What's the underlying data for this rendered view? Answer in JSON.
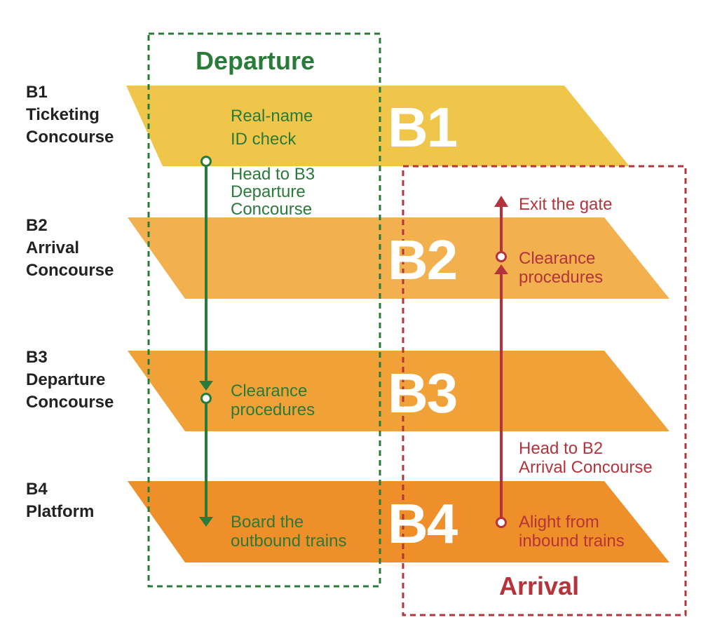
{
  "colors": {
    "departure": "#2a7a3a",
    "arrival": "#b5333b",
    "b1": "#f0c64a",
    "b2": "#f2b04e",
    "b3": "#f0a238",
    "b4": "#ee8f2a",
    "text": "#222222"
  },
  "departure": {
    "title": "Departure",
    "steps": {
      "id_check": [
        "Real-name",
        "ID check"
      ],
      "head_to_b3": [
        "Head to B3",
        "Departure",
        "Concourse"
      ],
      "clearance": [
        "Clearance",
        "procedures"
      ],
      "board": [
        "Board the",
        "outbound trains"
      ]
    }
  },
  "arrival": {
    "title": "Arrival",
    "steps": {
      "exit": [
        "Exit the gate"
      ],
      "clearance": [
        "Clearance",
        "procedures"
      ],
      "head_to_b2": [
        "Head to B2",
        "Arrival Concourse"
      ],
      "alight": [
        "Alight from",
        "inbound trains"
      ]
    }
  },
  "levels": [
    {
      "code": "B1",
      "label": [
        "B1",
        "Ticketing",
        "Concourse"
      ]
    },
    {
      "code": "B2",
      "label": [
        "B2",
        "Arrival",
        "Concourse"
      ]
    },
    {
      "code": "B3",
      "label": [
        "B3",
        "Departure",
        "Concourse"
      ]
    },
    {
      "code": "B4",
      "label": [
        "B4",
        "Platform"
      ]
    }
  ]
}
